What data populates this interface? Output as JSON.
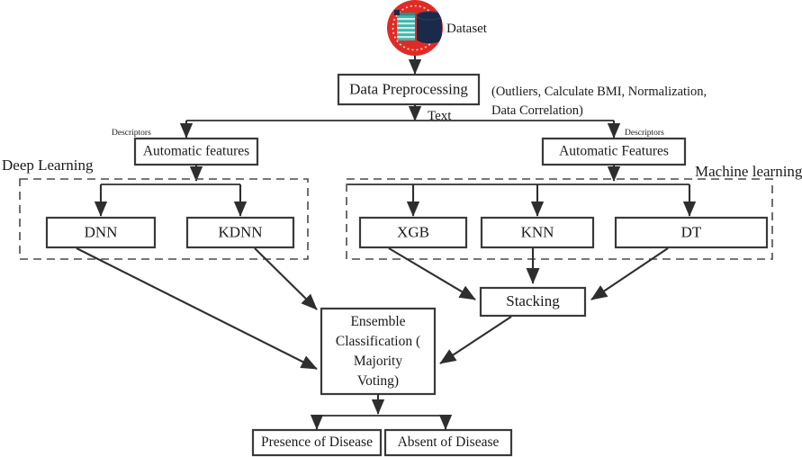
{
  "diagram": {
    "title": "Hybrid deep learning and machine learning ensemble disease classification pipeline",
    "colors": {
      "dataset_circle": "#e02b24",
      "dataset_doc": "#3fb6ad",
      "dataset_db": "#1b2a4a",
      "stroke": "#2e2e2e",
      "box_fill": "#ffffff",
      "background": "#ffffff"
    },
    "nodes": {
      "dataset": "Dataset",
      "preprocessing": "Data Preprocessing",
      "features_left": "Automatic features",
      "features_right": "Automatic Features",
      "dnn": "DNN",
      "kdnn": "KDNN",
      "xgb": "XGB",
      "knn": "KNN",
      "dt": "DT",
      "stacking": "Stacking",
      "ensemble_line1": "Ensemble",
      "ensemble_line2": "Classification (",
      "ensemble_line3": "Majority",
      "ensemble_line4": "Voting)",
      "presence": "Presence of Disease",
      "absent": "Absent of Disease"
    },
    "zones": {
      "deep_learning": "Deep Learning",
      "machine_learning": "Machine learning"
    },
    "annotations": {
      "preprocessing_note_line1": "(Outliers, Calculate BMI, Normalization,",
      "preprocessing_note_line2": "Data Correlation)",
      "text_edge": "Text",
      "descriptors_left": "Descriptors",
      "descriptors_right": "Descriptors"
    },
    "icons": {
      "dataset_icon": "database-dataset-icon",
      "arrow_marker": "arrowhead-icon"
    }
  }
}
